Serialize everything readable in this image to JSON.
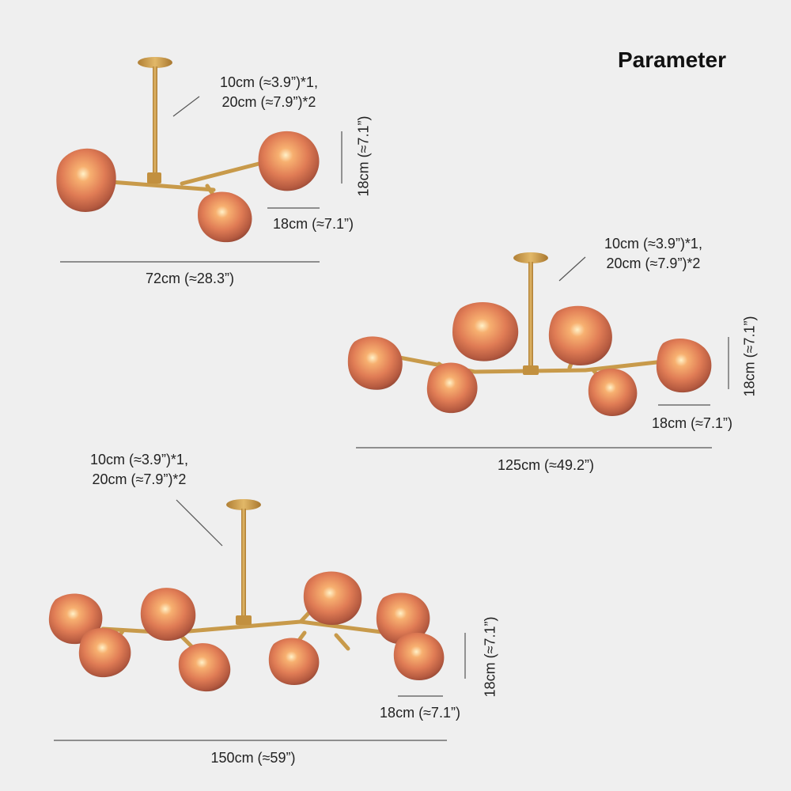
{
  "title": "Parameter",
  "colors": {
    "background": "#efefef",
    "brass": "#c89a4a",
    "glass": "#e0805a",
    "line": "#555555"
  },
  "lamps": [
    {
      "name": "3-light",
      "fixing_note_line1": "10cm (≈3.9”)*1,",
      "fixing_note_line2": "20cm (≈7.9”)*2",
      "shade_height": "18cm (≈7.1”)",
      "shade_width": "18cm (≈7.1”)",
      "total_width": "72cm (≈28.3”)"
    },
    {
      "name": "6-light",
      "fixing_note_line1": "10cm (≈3.9”)*1,",
      "fixing_note_line2": "20cm (≈7.9”)*2",
      "shade_height": "18cm (≈7.1”)",
      "shade_width": "18cm (≈7.1”)",
      "total_width": "125cm (≈49.2”)"
    },
    {
      "name": "8-light",
      "fixing_note_line1": "10cm (≈3.9”)*1,",
      "fixing_note_line2": "20cm (≈7.9”)*2",
      "shade_height": "18cm (≈7.1”)",
      "shade_width": "18cm (≈7.1”)",
      "total_width": "150cm (≈59”)"
    }
  ]
}
